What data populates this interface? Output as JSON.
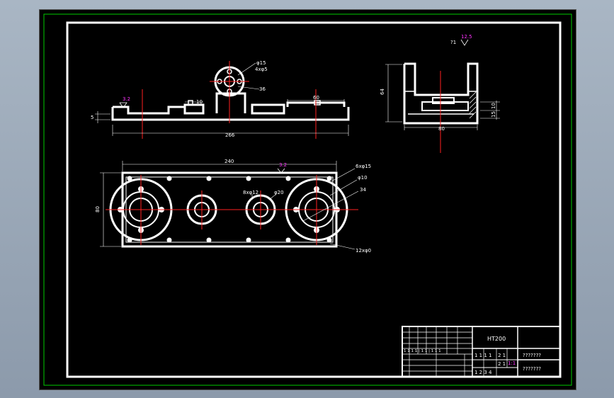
{
  "colors": {
    "background": "#000000",
    "outer_frame": "#00cc00",
    "border": "#ffffff",
    "centerline": "#ff2020",
    "roughness": "#ff33ff",
    "app_bg": "#9eabba"
  },
  "front_view": {
    "dim_diameter": "φ15",
    "dim_holes": "4xφ5",
    "dim_radius": "36",
    "dim_left_rough": "3.2",
    "dim_10": "10",
    "dim_60": "60",
    "dim_5": "5",
    "dim_266": "266"
  },
  "side_view": {
    "dim_height": "64",
    "dim_width": "80",
    "dim_15": "15",
    "dim_10": "10",
    "rough_value": "12.5",
    "rough_prefix": "?1"
  },
  "plan_view": {
    "dim_length": "240",
    "dim_height": "80",
    "callout_top_holes": "6xφ15",
    "callout_outer": "φ10",
    "callout_r": "34",
    "callout_small_holes": "8xφ12",
    "callout_mid": "φ20",
    "callout_bottom": "12xφ0",
    "rough_value": "3.2"
  },
  "title_block": {
    "drawing_no": "HT200",
    "name_1": "???????",
    "name_2": "??????? ",
    "row_a": "1 1 1 1",
    "row_b": "2 1",
    "row_c": "2 1",
    "row_d": "1 2 3 4",
    "mid_label": "1 1 1 1 | 1 1 | 1 1 1",
    "rough_small": "1:1"
  }
}
